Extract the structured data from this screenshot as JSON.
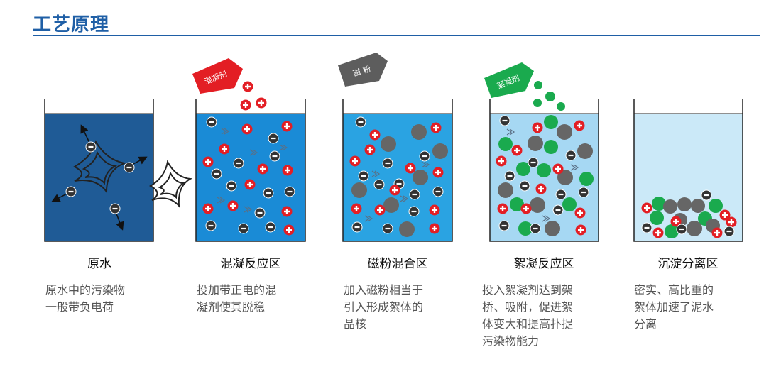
{
  "title": "工艺原理",
  "colors": {
    "accent": "#1f5fa6",
    "tank1_water": "#1f5b96",
    "tank2_water": "#1a8bd6",
    "tank3_water": "#2aa3e2",
    "tank4_water": "#a6d8f3",
    "tank5_water": "#cbe9f8",
    "coagulant_tag": "#e31e24",
    "magnetic_tag": "#5d5d5d",
    "flocculant_tag": "#1aaa4e",
    "positive_ion": "#e31e24",
    "negative_ion": "#333333",
    "magnetic_particle": "#666666",
    "floc": "#1aaa4e"
  },
  "stages": [
    {
      "label": "原水",
      "desc_lines": [
        "原水中的污染物",
        "一般带负电荷"
      ]
    },
    {
      "label": "混凝反应区",
      "tag": "混凝剂",
      "desc_lines": [
        "投加带正电的混",
        "凝剂使其脱稳"
      ]
    },
    {
      "label": "磁粉混合区",
      "tag": "磁 粉",
      "desc_lines": [
        "加入磁粉相当于",
        "引入形成絮体的",
        "晶核"
      ]
    },
    {
      "label": "絮凝反应区",
      "tag": "絮凝剂",
      "desc_lines": [
        "投入絮凝剂达到架",
        "桥、吸附，促进絮",
        "体变大和提高扑捉",
        "污染物能力"
      ]
    },
    {
      "label": "沉淀分离区",
      "desc_lines": [
        "密实、高比重的",
        "絮体加速了泥水",
        "分离"
      ]
    }
  ]
}
